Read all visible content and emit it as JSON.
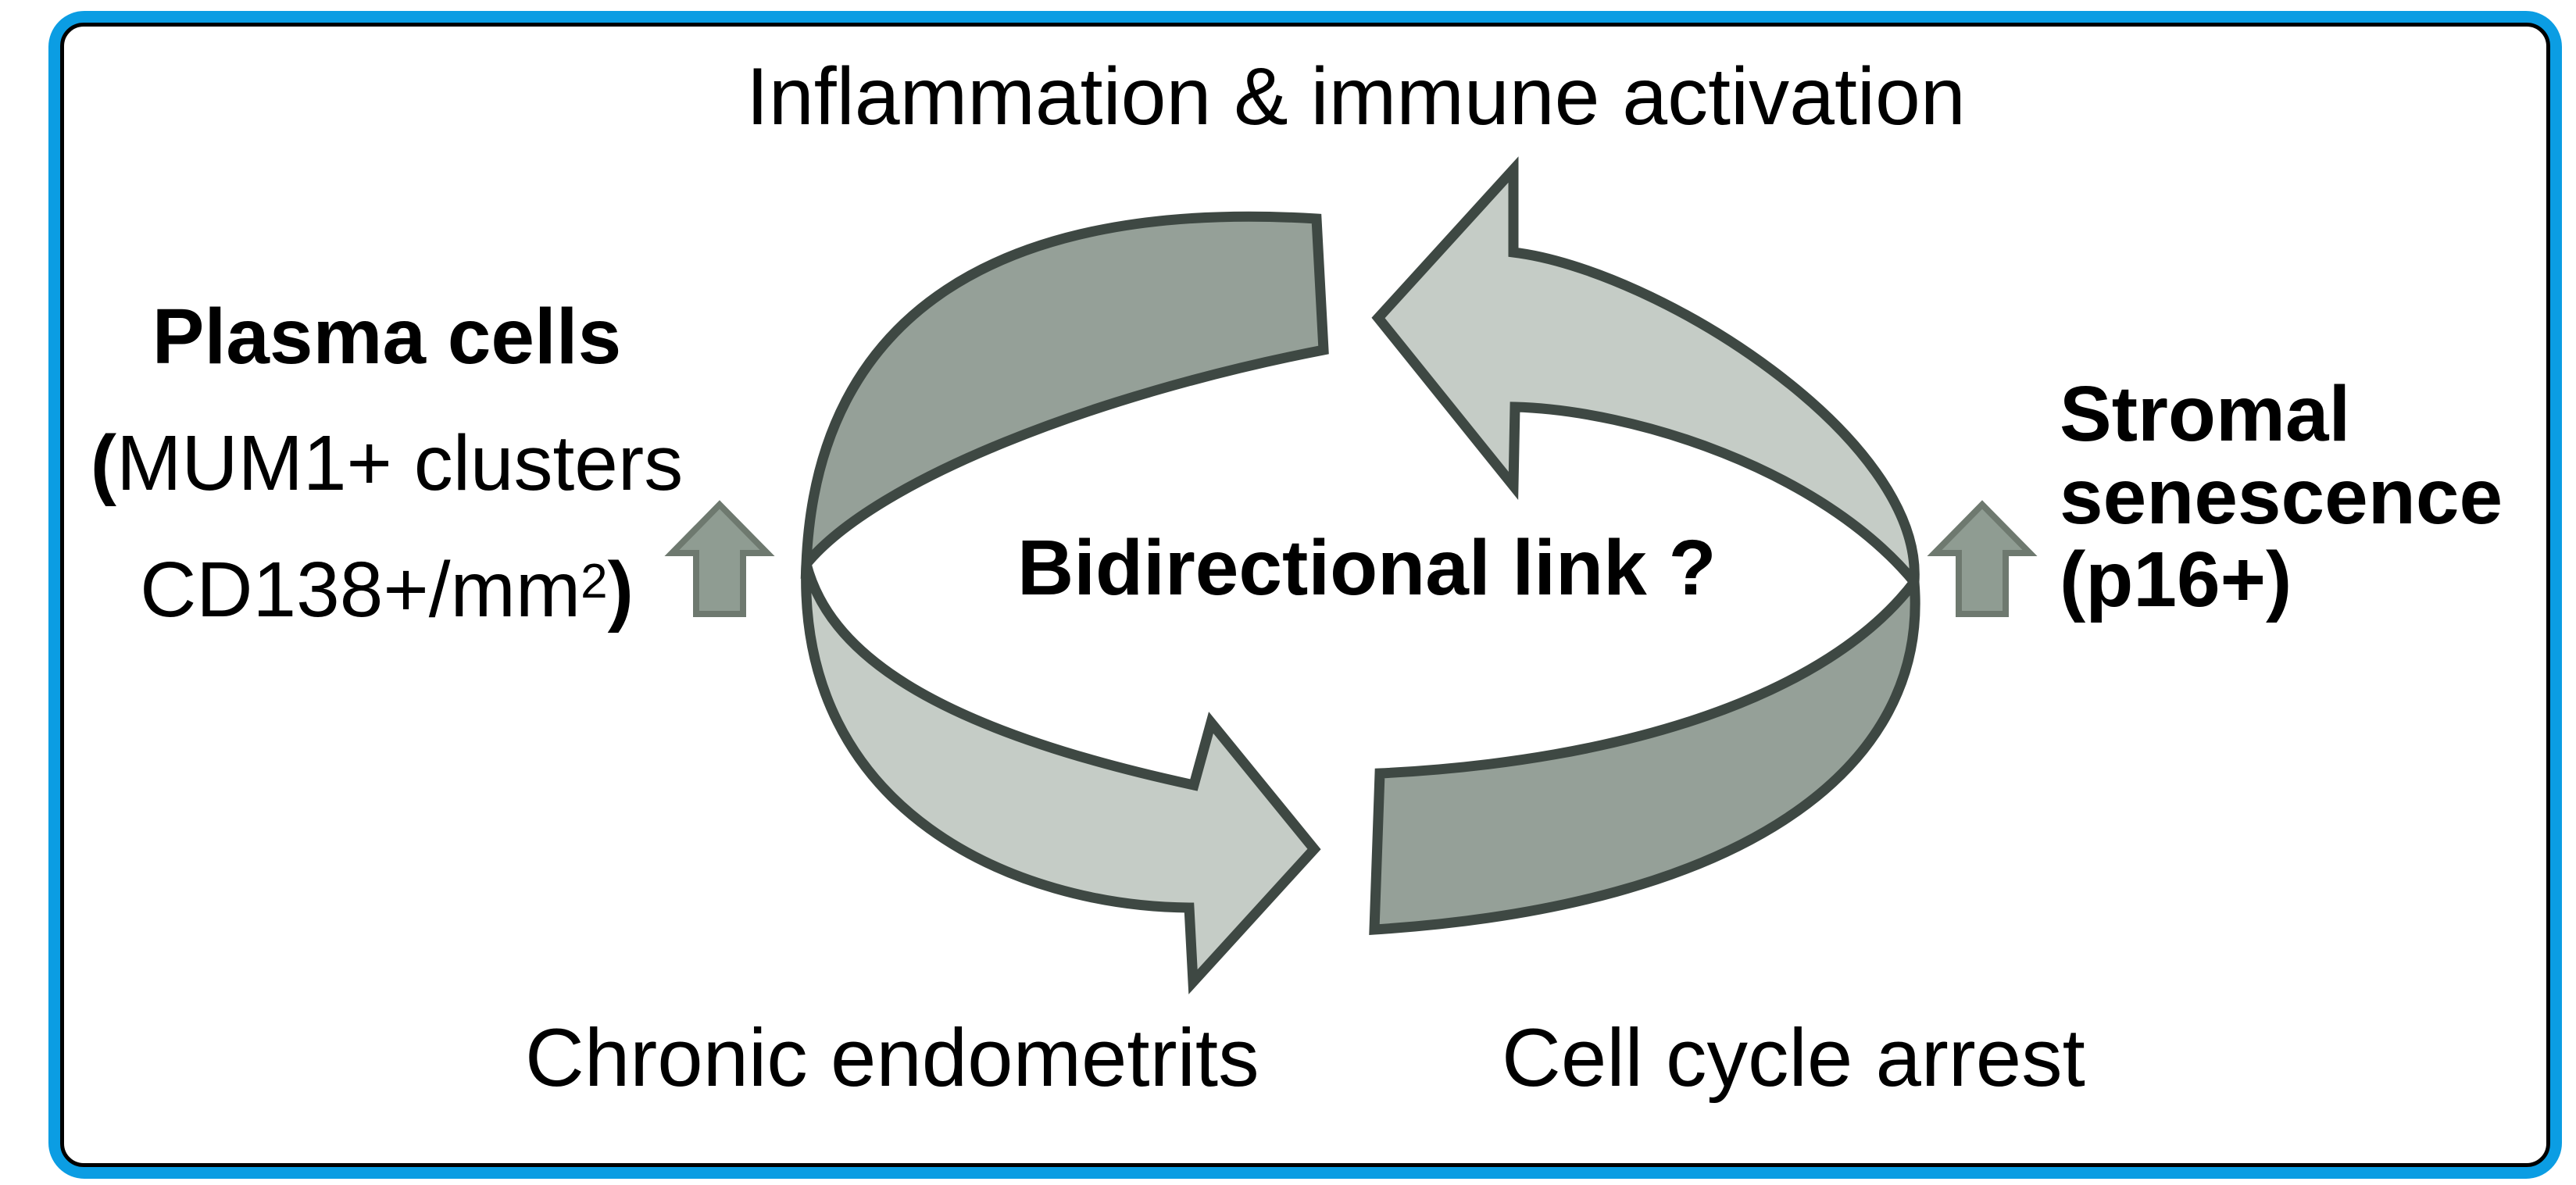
{
  "frame": {
    "border_color": "#0b9de3",
    "line_color": "#000000",
    "background": "#ffffff"
  },
  "diagram": {
    "top_label": "Inflammation & immune activation",
    "center_label": "Bidirectional link ?",
    "bottom_left_label": "Chronic endometrits",
    "bottom_right_label": "Cell cycle arrest",
    "left_node": {
      "title": "Plasma cells",
      "sub_open_paren": "(",
      "sub_line1_text": "MUM1+ clusters",
      "sub_line2_text": "CD138+/mm",
      "sub_line2_sup": "2",
      "sub_close_paren": ")"
    },
    "right_node": {
      "line1": "Stromal",
      "line2": "senescence",
      "line3": "(p16+)"
    },
    "colors": {
      "ribbon_dark": "#95a098",
      "ribbon_light": "#c5ccc6",
      "ribbon_outline": "#3e4843",
      "up_arrow_fill": "#8f9c92",
      "up_arrow_outline": "#6e796f"
    },
    "icons": {
      "left_increase": "up-arrow",
      "right_increase": "up-arrow",
      "cycle_top": "curved-arrow-pointing-left",
      "cycle_bottom": "curved-arrow-pointing-right"
    }
  }
}
